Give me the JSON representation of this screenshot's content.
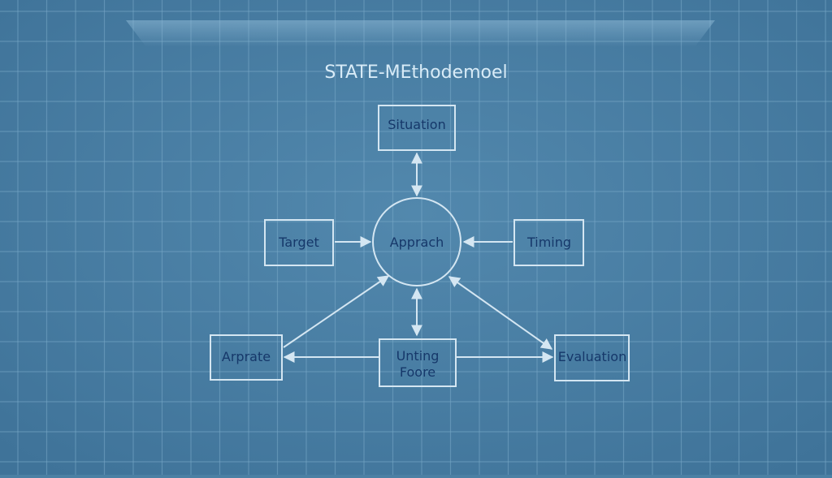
{
  "title": "STATE-MEthodemoel",
  "nodes": {
    "situation": "Situation",
    "approach": "Apprach",
    "target": "Target",
    "timing": "Timing",
    "arprate": "Arprate",
    "unting_line1": "Unting",
    "unting_line2": "Foore",
    "evaluation": "Evaluation"
  },
  "colors": {
    "background": "#4b80a4",
    "grid": "#79a7c6",
    "stroke": "#d4e6f2",
    "label": "#16386a",
    "title": "#d8ebf7"
  }
}
